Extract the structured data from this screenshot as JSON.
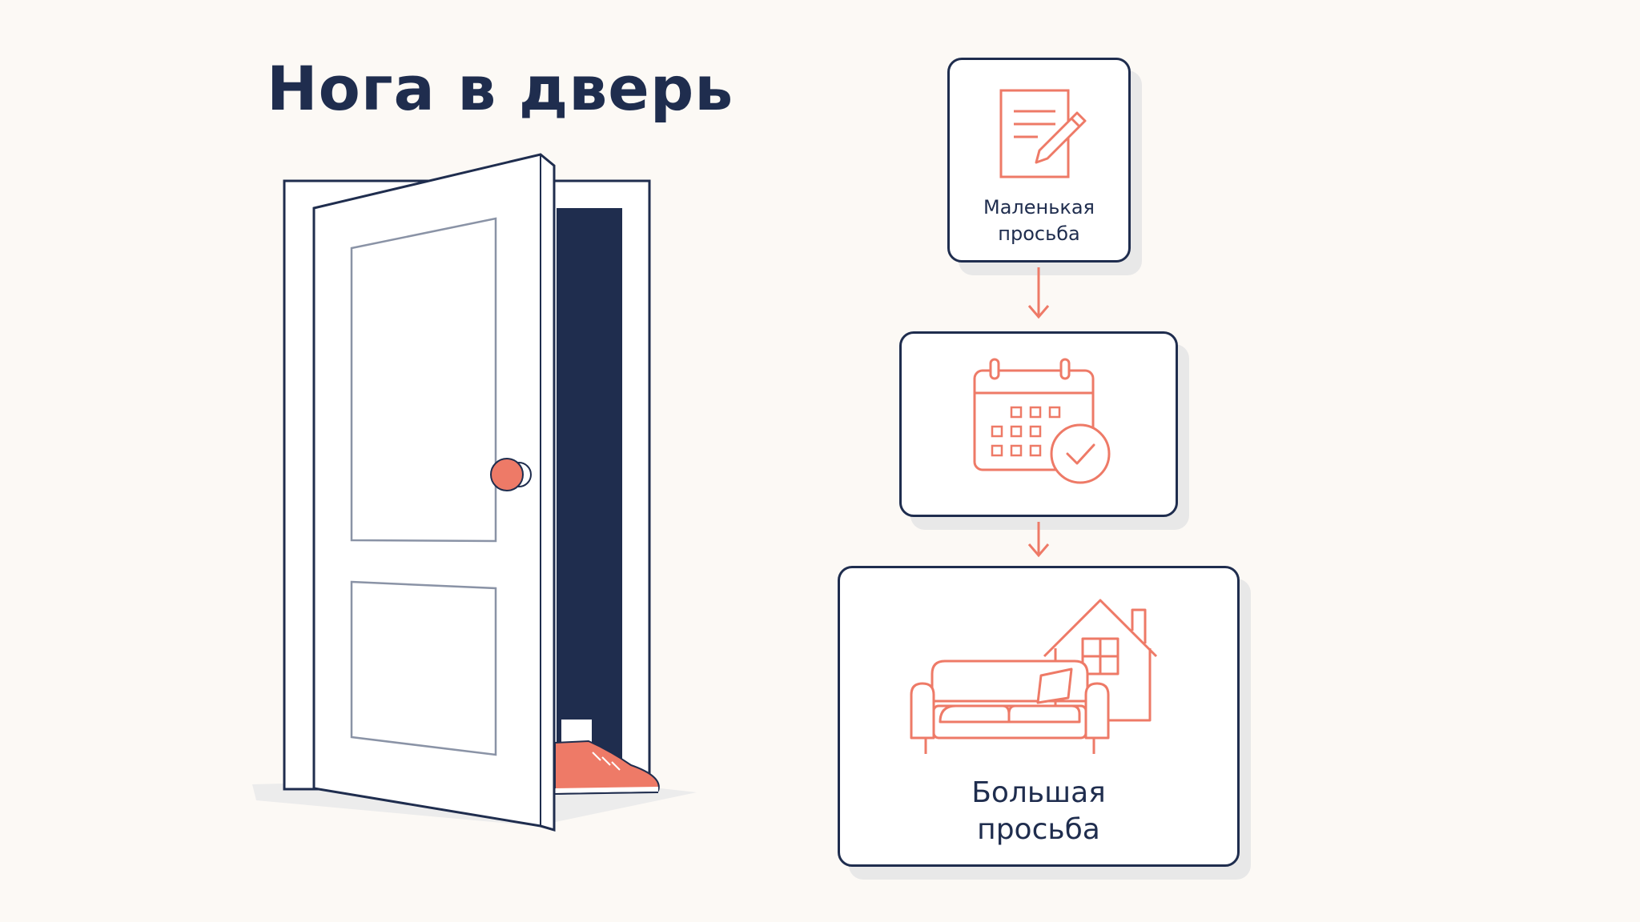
{
  "title": "Нога в дверь",
  "colors": {
    "navy": "#1F2D4E",
    "coral": "#EE7A67",
    "background": "#FCF9F5"
  },
  "steps": [
    {
      "label": "Маленькая\nпросьба",
      "icon": "document-pencil-icon"
    },
    {
      "label": "",
      "icon": "calendar-check-icon"
    },
    {
      "label": "Большая\nпросьба",
      "icon": "sofa-house-icon"
    }
  ]
}
